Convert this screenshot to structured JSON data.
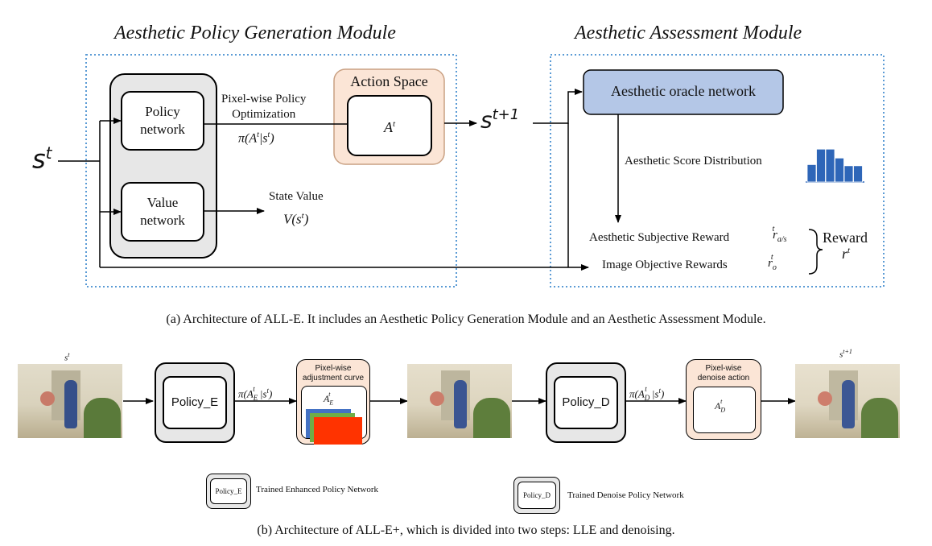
{
  "part_a": {
    "policy_module_title": "Aesthetic Policy  Generation Module",
    "assessment_module_title": "Aesthetic  Assessment Module",
    "input_state": "s",
    "input_state_sup": "t",
    "policy_network": "Policy\nnetwork",
    "value_network": "Value\nnetwork",
    "pixel_wise_label": "Pixel-wise Policy\nOptimization",
    "policy_formula": "π(A",
    "action_space_title": "Action Space",
    "action_symbol": "A",
    "next_state": "s",
    "next_state_sup": "t+1",
    "state_value_label": "State Value",
    "state_value_formula": "V(s",
    "oracle_network": "Aesthetic oracle network",
    "score_distribution_label": "Aesthetic Score Distribution",
    "subjective_reward_label": "Aesthetic Subjective Reward",
    "objective_reward_label": "Image Objective Rewards",
    "reward_label": "Reward",
    "reward_symbol": "r",
    "caption": "(a) Architecture of ALL-E. It includes an Aesthetic Policy Generation Module and an Aesthetic Assessment Module."
  },
  "part_b": {
    "input_state": "s",
    "input_state_sup": "t",
    "output_state": "s",
    "output_state_sup": "t+1",
    "policy_e": "Policy_E",
    "policy_d": "Policy_D",
    "curve_title": "Pixel-wise\nadjustment curve",
    "denoise_title": "Pixel-wise\ndenoise action",
    "legend_e_box": "Policy_E",
    "legend_e_label": "Trained Enhanced Policy Network",
    "legend_d_box": "Policy_D",
    "legend_d_label": "Trained Denoise Policy Network",
    "caption": "(b) Architecture of ALL-E+, which is divided into two steps: LLE and denoising."
  },
  "colors": {
    "dotted_border": "#5b9bd5",
    "gray_box": "#e7e7e7",
    "action_space_fill": "#fbe5d6",
    "action_space_border": "#c9a082",
    "oracle_fill": "#b4c7e7",
    "bar_color": "#2e66b8",
    "curve_layers": [
      "#4472c4",
      "#70ad47",
      "#ff3300"
    ]
  },
  "histogram_relative_heights": [
    0.45,
    0.85,
    0.85,
    0.62,
    0.42,
    0.42
  ]
}
